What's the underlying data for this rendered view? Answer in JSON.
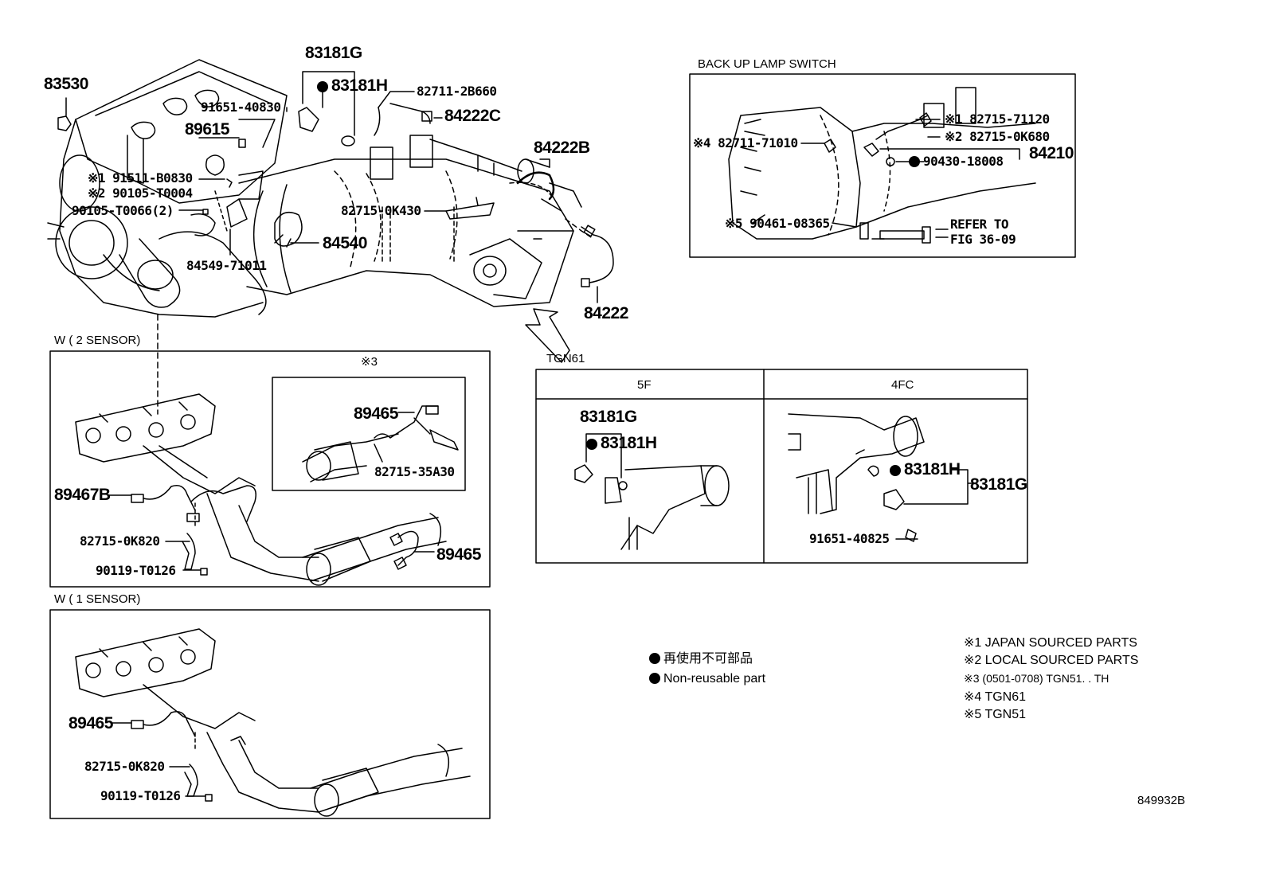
{
  "labels": {
    "p83530": "83530",
    "p83181G_top": "83181G",
    "p83181H_top": "83181H",
    "p82711_2B660": "82711-2B660",
    "p91651_40830": "91651-40830",
    "p89615": "89615",
    "p84222C": "84222C",
    "p84222B": "84222B",
    "p91511": "※1 91511-B0830",
    "p90105_T0004": "※2 90105-T0004",
    "p90105_T0066": "90105-T0066(2)",
    "p82715_0K430": "82715-0K430",
    "p84540": "84540",
    "p84549": "84549-71011",
    "p84222": "84222",
    "tgn61": "TGN61"
  },
  "backup": {
    "title": "BACK UP LAMP SWITCH",
    "p82715_71120": "※1 82715-71120",
    "p82715_0K680": "※2 82715-0K680",
    "p82711_71010": "※4 82711-71010",
    "p90430": "90430-18008",
    "p84210": "84210",
    "p90461": "※5 90461-08365",
    "refer1": "REFER TO",
    "refer2": "FIG 36-09"
  },
  "w2": {
    "title": "W ( 2 SENSOR)",
    "inset_title": "※3",
    "p89465_inset": "89465",
    "p82715_35A30": "82715-35A30",
    "p89467B": "89467B",
    "p82715_0K820": "82715-0K820",
    "p90119": "90119-T0126",
    "p89465": "89465"
  },
  "w1": {
    "title": "W ( 1 SENSOR)",
    "p89465": "89465",
    "p82715_0K820": "82715-0K820",
    "p90119": "90119-T0126"
  },
  "table": {
    "col1": "5F",
    "col2": "4FC",
    "c1_83181G": "83181G",
    "c1_83181H": "83181H",
    "c2_83181H": "83181H",
    "c2_83181G": "83181G",
    "c2_91651": "91651-40825"
  },
  "legend": {
    "line1": "再使用不可部品",
    "line2": "Non-reusable part"
  },
  "notes": [
    "※1 JAPAN SOURCED PARTS",
    "※2 LOCAL SOURCED PARTS",
    "※3 (0501-0708) TGN51. . TH",
    "※4 TGN61",
    "※5 TGN51"
  ],
  "figure_id": "849932B"
}
